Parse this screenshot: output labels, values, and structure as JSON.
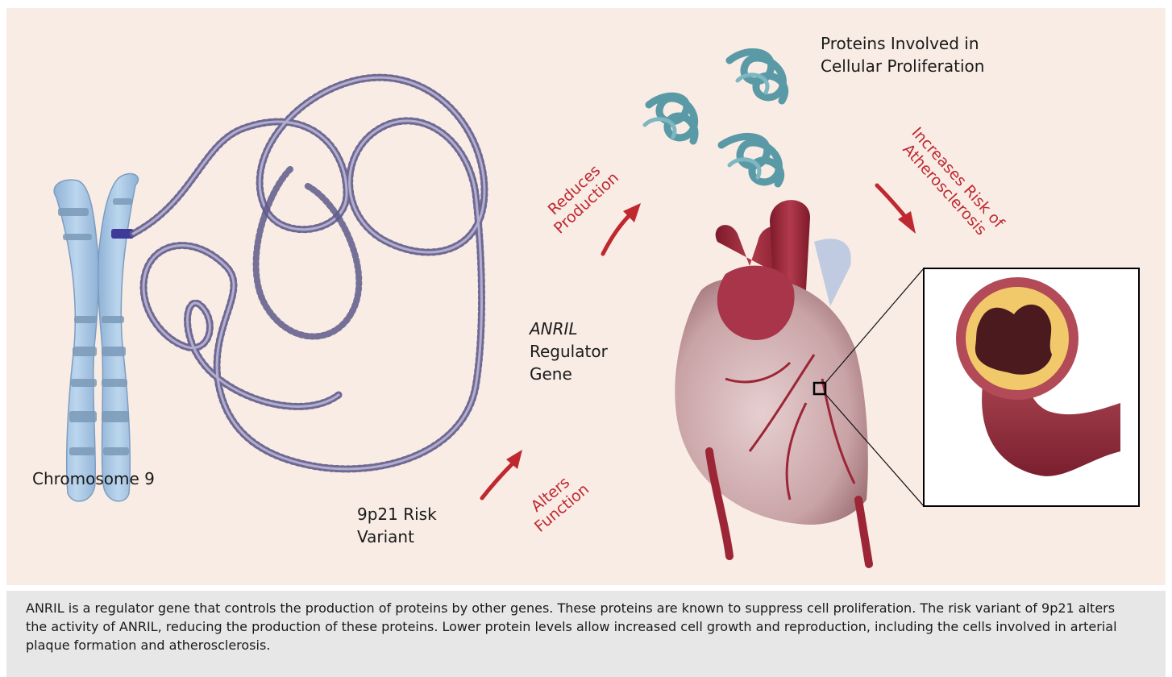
{
  "labels": {
    "chromosome": "Chromosome 9",
    "variant_line1": "9p21 Risk",
    "variant_line2": "Variant",
    "gene_line1": "ANRIL",
    "gene_line2": "Regulator",
    "gene_line3": "Gene",
    "proteins_line1": "Proteins Involved in",
    "proteins_line2": "Cellular Proliferation"
  },
  "arrows": {
    "alters_line1": "Alters",
    "alters_line2": "Function",
    "reduces_line1": "Reduces",
    "reduces_line2": "Production",
    "increases_line1": "Increases Risk of",
    "increases_line2": "Atherosclerosis"
  },
  "caption": {
    "text": "ANRIL is a regulator gene that controls the production of proteins by other genes. These proteins are known to suppress cell proliferation. The risk variant of 9p21 alters the activity of ANRIL, reducing the production of these proteins. Lower protein levels allow increased cell growth and reproduction, including the cells involved in arterial plaque formation and atherosclerosis."
  },
  "colors": {
    "accent_red": "#c0282f",
    "chromosome_blue": "#a9c8e4",
    "protein_teal": "#5a9aa6",
    "heart_red": "#9c2636",
    "plaque_yellow": "#f1c96a"
  }
}
